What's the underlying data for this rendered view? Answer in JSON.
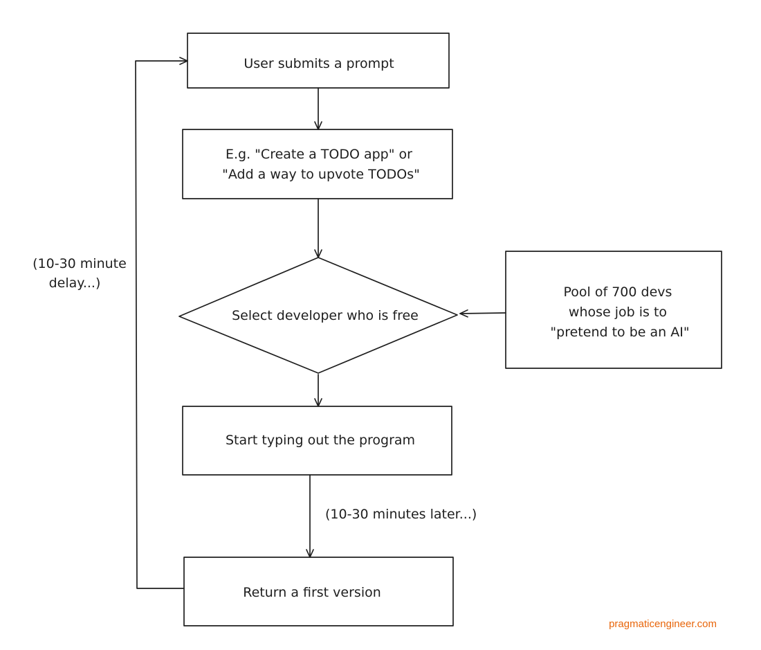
{
  "nodes": {
    "user_submits": {
      "lines": [
        "User submits a prompt"
      ]
    },
    "example_prompts": {
      "lines": [
        "E.g. \"Create a TODO app\" or",
        "\"Add a way to upvote TODOs\""
      ]
    },
    "select_developer": {
      "lines": [
        "Select developer who is free"
      ]
    },
    "dev_pool": {
      "lines": [
        "Pool of 700 devs",
        "whose job is to",
        "\"pretend to be an AI\""
      ]
    },
    "start_typing": {
      "lines": [
        "Start typing out the program"
      ]
    },
    "return_version": {
      "lines": [
        "Return a first version"
      ]
    }
  },
  "annotations": {
    "minutes_later": {
      "lines": [
        "(10-30 minutes later...)"
      ]
    },
    "minute_delay": {
      "lines": [
        "(10-30 minute",
        "delay...)"
      ]
    }
  },
  "watermark": {
    "text": "pragmaticengineer.com",
    "color": "#e8650a"
  },
  "colors": {
    "stroke": "#1e1e1e",
    "background": "#ffffff"
  }
}
